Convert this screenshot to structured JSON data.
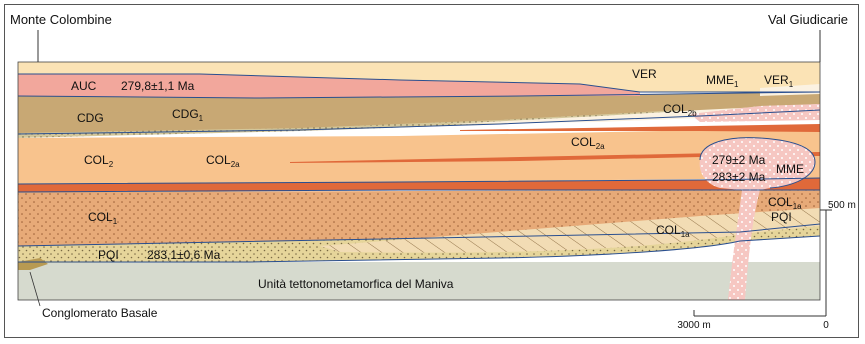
{
  "title_left": "Monte Colombine",
  "title_right": "Val Giudicarie",
  "labels": {
    "auc": "AUC",
    "auc_age": "279,8±1,1 Ma",
    "ver": "VER",
    "ver1_base": "VER",
    "ver1_sub": "1",
    "mme1_base": "MME",
    "mme1_sub": "1",
    "cdg": "CDG",
    "cdg1_base": "CDG",
    "cdg1_sub": "1",
    "col2b_base": "COL",
    "col2b_sub": "2b",
    "col2a_right_base": "COL",
    "col2a_right_sub": "2a",
    "col2_base": "COL",
    "col2_sub": "2",
    "col2a_base": "COL",
    "col2a_sub": "2a",
    "mme_age1": "279±2 Ma",
    "mme_age2": "283±2 Ma",
    "mme": "MME",
    "col1_base": "COL",
    "col1_sub": "1",
    "col1a_right_base": "COL",
    "col1a_right_sub": "1a",
    "col1a_base": "COL",
    "col1a_sub": "1a",
    "pqi_right": "PQI",
    "pqi": "PQI",
    "pqi_age": "283,1±0,6 Ma",
    "basement": "Unità tettonometamorfica del Maniva",
    "conglomerate": "Conglomerato Basale"
  },
  "scale": {
    "vertical": "500 m",
    "horizontal_left": "3000 m",
    "horizontal_right": "0"
  },
  "colors": {
    "auc": "#f2a79c",
    "ver": "#fbe3b5",
    "cdg": "#c8a874",
    "cdg1": "#d4c79a",
    "col2": "#f8c38d",
    "red_band": "#e0693a",
    "col1": "#e7aa78",
    "col1a": "#f2dcb4",
    "pqi": "#e6d59a",
    "basement": "#d6dace",
    "mme": "#f6c7c2",
    "conglomerate": "#b89a52",
    "line_blue": "#2a4f8f"
  }
}
